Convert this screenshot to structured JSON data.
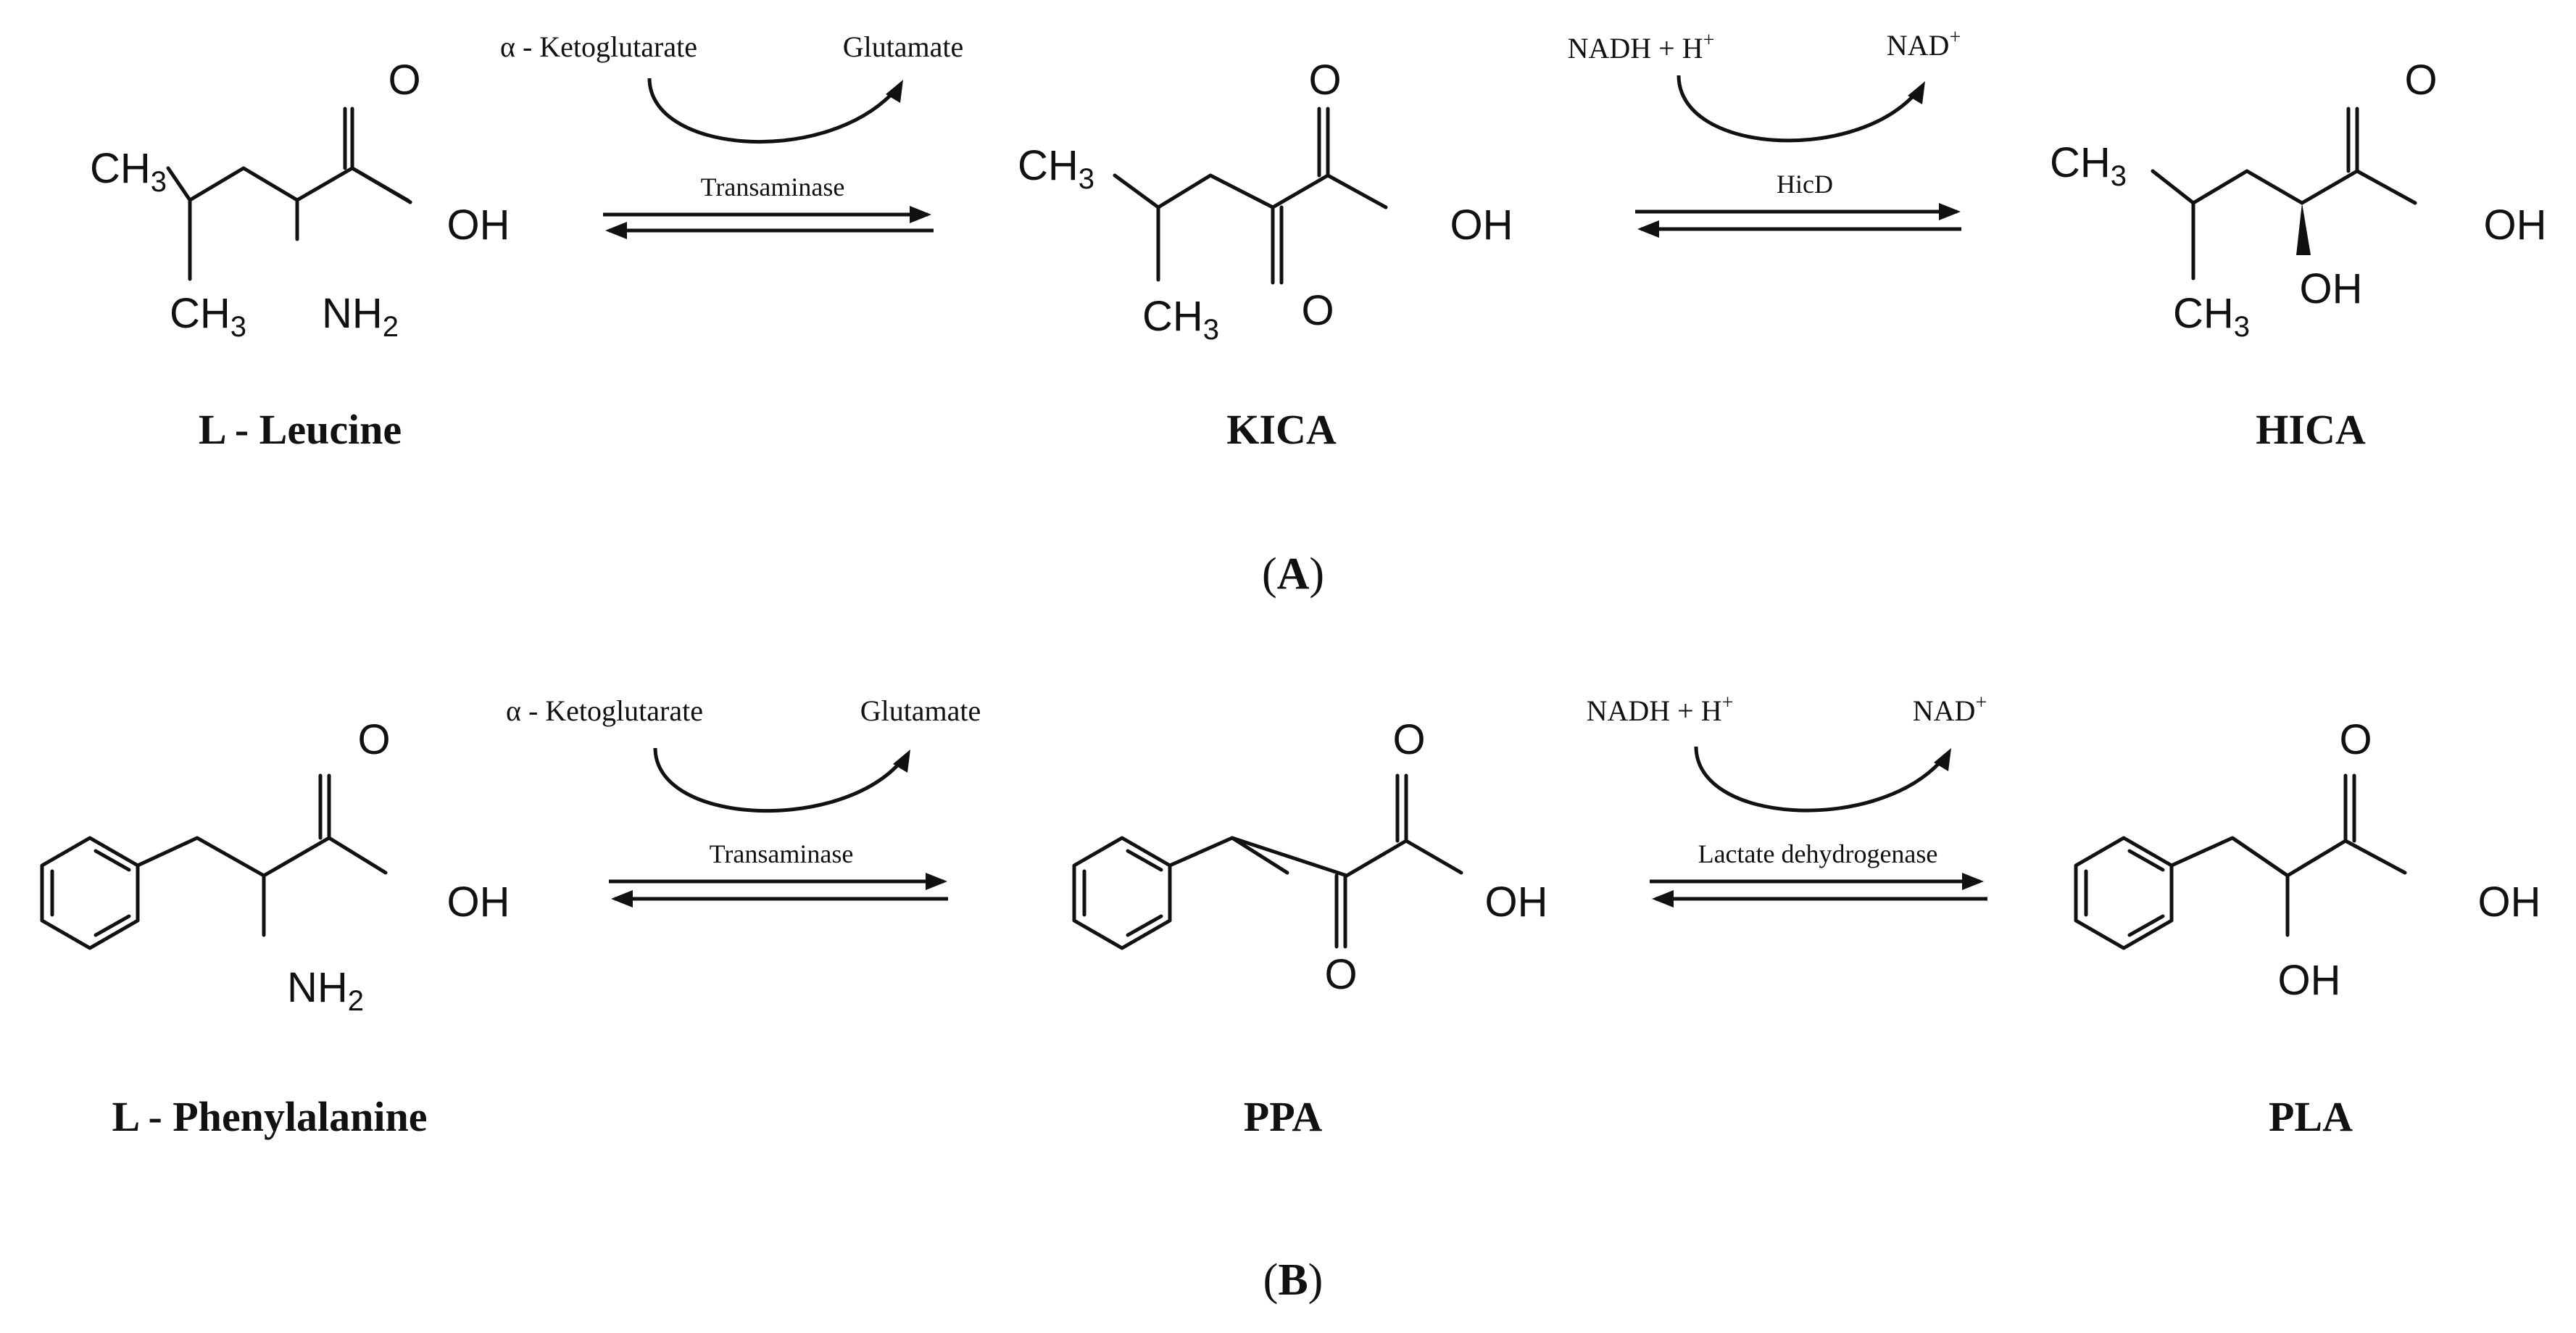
{
  "panel_a": {
    "label_open": "(",
    "label_letter": "A",
    "label_close": ")",
    "compounds": [
      "L - Leucine",
      "KICA",
      "HICA"
    ],
    "step1": {
      "cofactor_in": "α - Ketoglutarate",
      "cofactor_out": "Glutamate",
      "enzyme": "Transaminase"
    },
    "step2": {
      "cofactor_in": "NADH + H",
      "cofactor_in_sup": "+",
      "cofactor_out": "NAD",
      "cofactor_out_sup": "+",
      "enzyme": "HicD"
    }
  },
  "panel_b": {
    "label_open": "(",
    "label_letter": "B",
    "label_close": ")",
    "compounds": [
      "L - Phenylalanine",
      "PPA",
      "PLA"
    ],
    "step1": {
      "cofactor_in": "α - Ketoglutarate",
      "cofactor_out": "Glutamate",
      "enzyme": "Transaminase"
    },
    "step2": {
      "cofactor_in": "NADH + H",
      "cofactor_in_sup": "+",
      "cofactor_out": "NAD",
      "cofactor_out_sup": "+",
      "enzyme": "Lactate dehydrogenase"
    }
  },
  "atoms": {
    "ch3": "CH",
    "sub3": "3",
    "nh": "NH",
    "sub2": "2",
    "oh": "OH",
    "o": "O"
  }
}
